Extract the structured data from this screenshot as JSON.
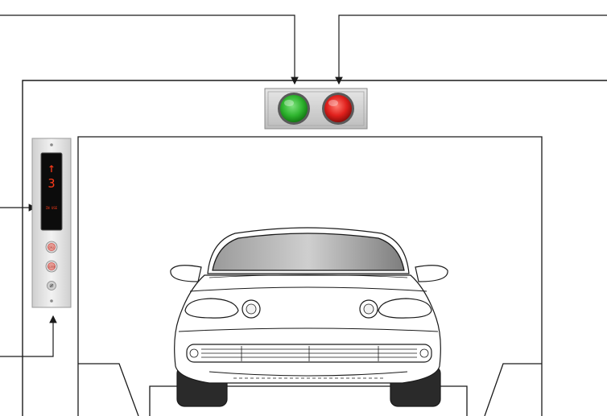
{
  "diagram": {
    "traffic_lights": [
      {
        "name": "green-light",
        "color": "#2fb52f"
      },
      {
        "name": "red-light",
        "color": "#e0201c"
      }
    ],
    "panel": {
      "arrow_glyph": "↑",
      "floor_number": "3",
      "status_text": "IN USE",
      "buttons": [
        {
          "name": "call-button",
          "label": "CALL"
        },
        {
          "name": "close-button",
          "label": "CLOSE"
        }
      ]
    },
    "colors": {
      "line": "#1a1a1a",
      "panel_face": "#e4e4e4",
      "display_bg": "#0c0c0c",
      "display_text": "#ff3b1a",
      "button_red": "#d9534f"
    }
  }
}
